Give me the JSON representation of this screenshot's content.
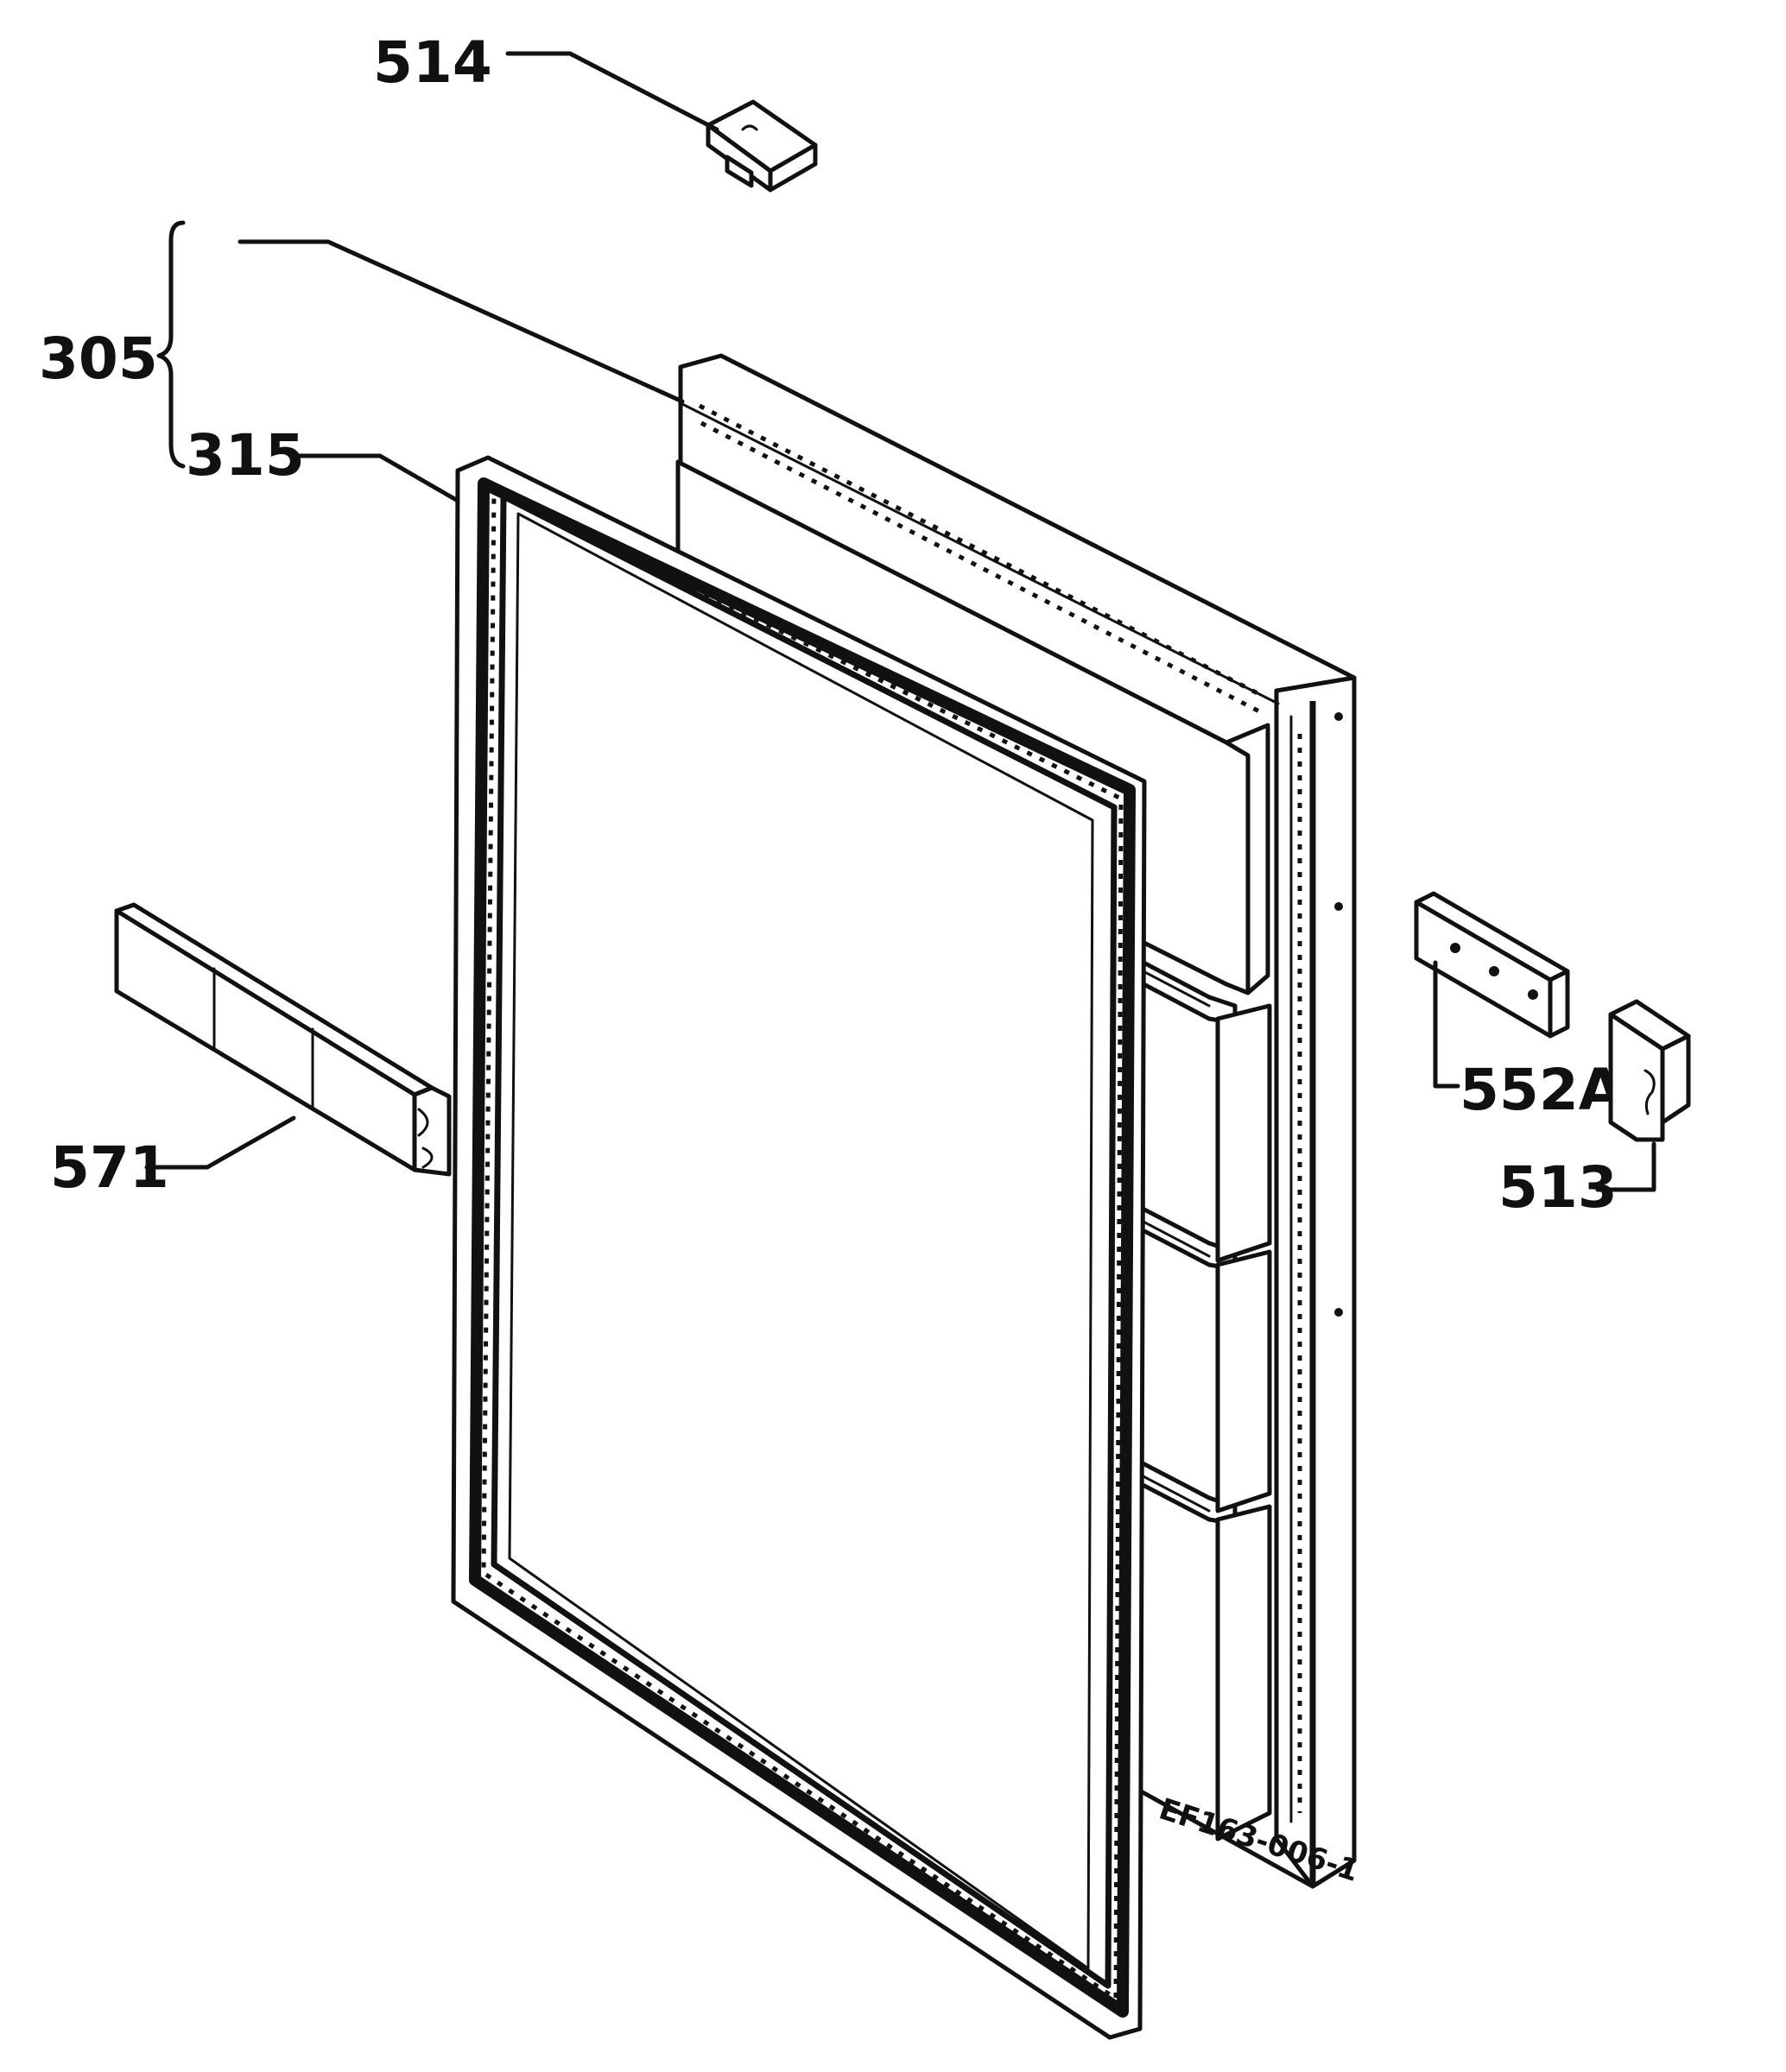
{
  "labels": {
    "part_514": "514",
    "part_305": "305",
    "part_315": "315",
    "part_571": "571",
    "part_552a": "552A",
    "part_513": "513",
    "drawing_code": "EF163-006-1"
  },
  "colors": {
    "ink": "#111111",
    "paper": "#ffffff"
  }
}
